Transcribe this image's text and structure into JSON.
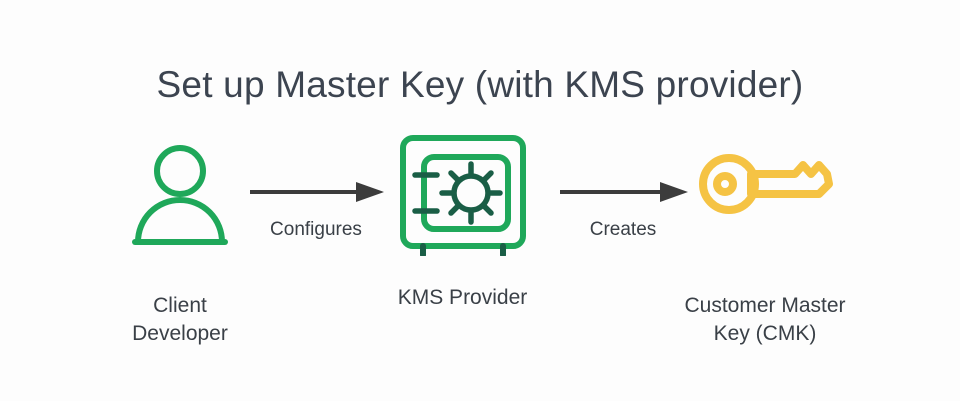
{
  "diagram": {
    "title": "Set up Master Key (with KMS provider)",
    "background_color": "#fdfdfd",
    "title_color": "#3c4450",
    "label_color": "#3a4047",
    "arrow_color": "#3c3c3c",
    "nodes": [
      {
        "id": "client-developer",
        "icon": "person-icon",
        "icon_color": "#1fa85a",
        "label": "Client\nDeveloper"
      },
      {
        "id": "kms-provider",
        "icon": "safe-vault-icon",
        "icon_color": "#1fa85a",
        "icon_accent_color": "#1a5e46",
        "label": "KMS Provider"
      },
      {
        "id": "customer-master-key",
        "icon": "key-icon",
        "icon_color": "#f5c344",
        "label": "Customer Master\nKey (CMK)"
      }
    ],
    "edges": [
      {
        "id": "configures",
        "label": "Configures",
        "from": "client-developer",
        "to": "kms-provider"
      },
      {
        "id": "creates",
        "label": "Creates",
        "from": "kms-provider",
        "to": "customer-master-key"
      }
    ]
  }
}
